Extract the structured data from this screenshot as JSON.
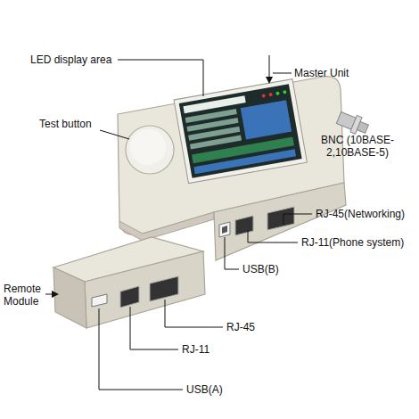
{
  "diagram": {
    "labels": [
      "LED display area",
      "Master Unit",
      "Test button",
      "BNC (10BASE-2,10BASE-5)",
      "RJ-45(Networking)",
      "RJ-11(Phone system)",
      "USB(B)",
      "Remote Module",
      "RJ-45",
      "RJ-11",
      "USB(A)"
    ]
  }
}
